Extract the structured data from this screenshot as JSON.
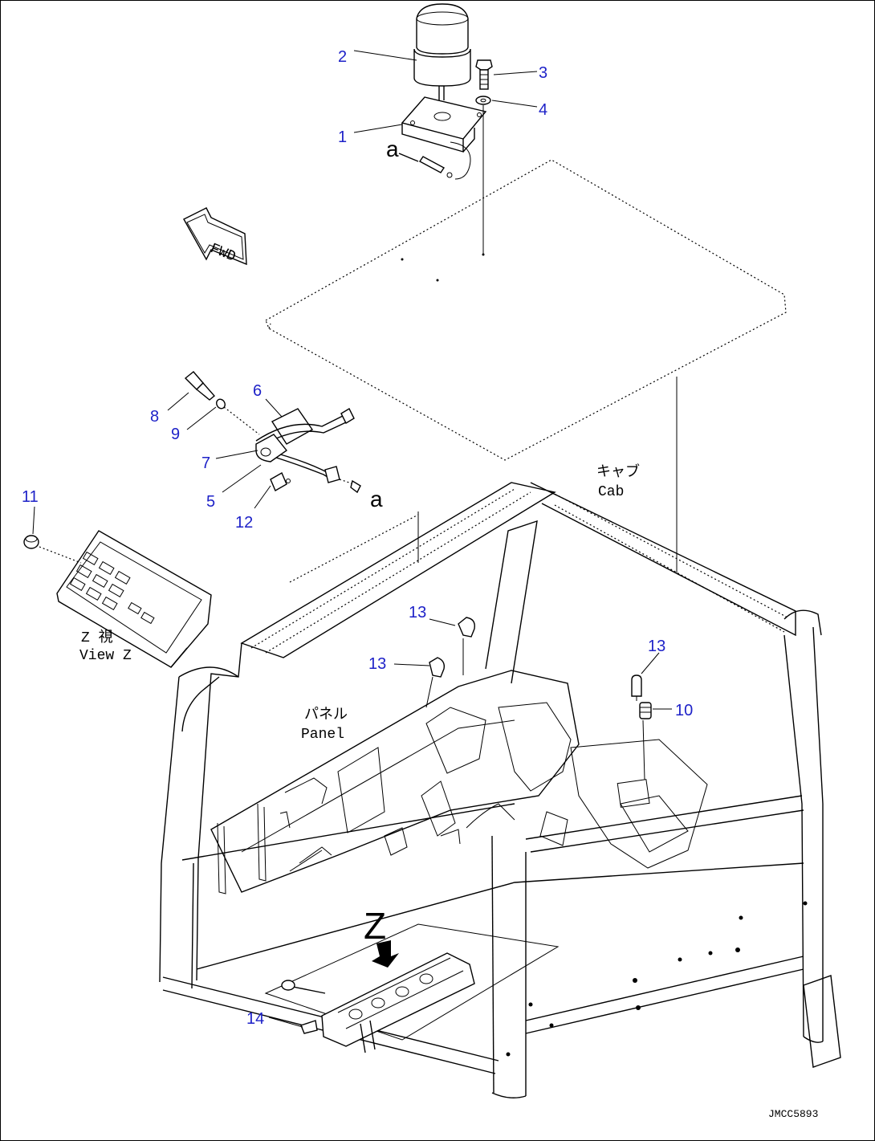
{
  "drawing": {
    "callouts": [
      {
        "id": "c1",
        "number": "1"
      },
      {
        "id": "c2",
        "number": "2"
      },
      {
        "id": "c3",
        "number": "3"
      },
      {
        "id": "c4",
        "number": "4"
      },
      {
        "id": "c5",
        "number": "5"
      },
      {
        "id": "c6",
        "number": "6"
      },
      {
        "id": "c7",
        "number": "7"
      },
      {
        "id": "c8",
        "number": "8"
      },
      {
        "id": "c9",
        "number": "9"
      },
      {
        "id": "c10",
        "number": "10"
      },
      {
        "id": "c11",
        "number": "11"
      },
      {
        "id": "c12",
        "number": "12"
      },
      {
        "id": "c13a",
        "number": "13"
      },
      {
        "id": "c13b",
        "number": "13"
      },
      {
        "id": "c13c",
        "number": "13"
      },
      {
        "id": "c14",
        "number": "14"
      }
    ],
    "labels": {
      "fwd": "FWD",
      "connection_ref": "a",
      "cab_jp": "キャブ",
      "cab_en": "Cab",
      "panel_jp": "パネル",
      "panel_en": "Panel",
      "view_z_jp": "Z 視",
      "view_z_en": "View Z",
      "z_arrow": "Z",
      "drawing_code": "JMCC5893"
    },
    "colors": {
      "callout": "#1e22c8",
      "line": "#000000",
      "background": "#ffffff"
    }
  }
}
